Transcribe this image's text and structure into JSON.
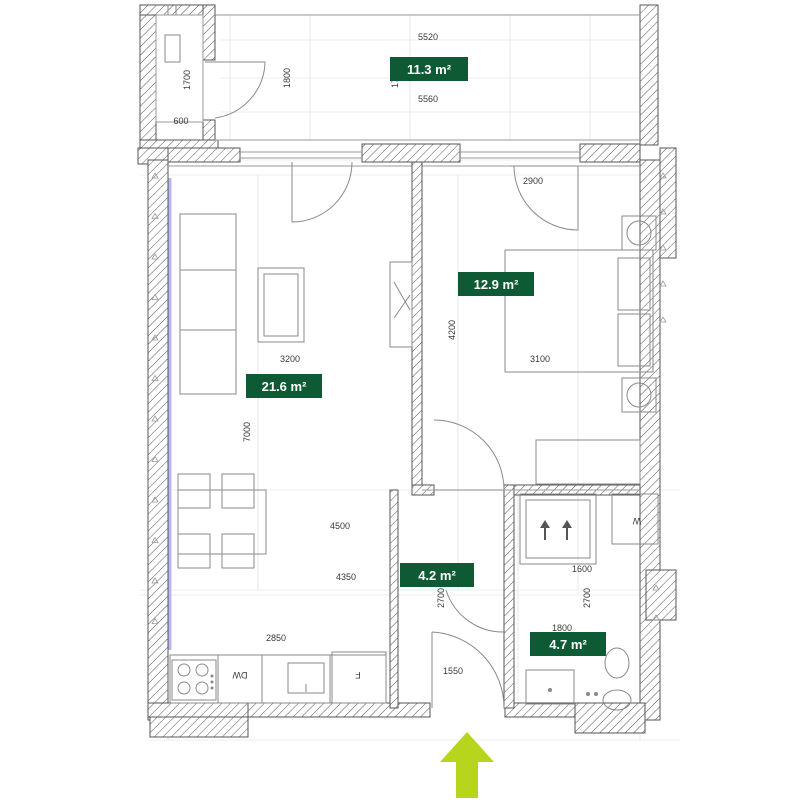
{
  "rooms": {
    "balcony": {
      "area": "11.3 m²"
    },
    "bedroom": {
      "area": "12.9 m²"
    },
    "living": {
      "area": "21.6 m²"
    },
    "hall": {
      "area": "4.2 m²"
    },
    "bathroom": {
      "area": "4.7 m²"
    }
  },
  "dimensions": {
    "balcony_length_top": "5520",
    "balcony_length_bottom": "5560",
    "balcony_depth_a": "1800",
    "balcony_depth_b": "1760",
    "storage_depth": "1700",
    "storage_width": "600",
    "bedroom_window": "2900",
    "bedroom_depth": "4200",
    "bedroom_width": "3100",
    "living_width": "3200",
    "living_depth": "7000",
    "living_width_mid": "4500",
    "living_width_low": "4350",
    "kitchen_length": "2850",
    "hall_depth": "2700",
    "hall_width": "1550",
    "bath_width": "1600",
    "bath_depth": "2700",
    "bath_width_low": "1800"
  },
  "appliances": {
    "dishwasher": "DW",
    "fridge": "F",
    "washer": "W"
  },
  "colors": {
    "label_bg": "#0e5a35",
    "entrance_arrow": "#b6d51c",
    "wall_hatch": "#555555",
    "window_highlight": "#b8b8f0"
  },
  "icons": [
    "entrance-arrow-icon",
    "stove-icon",
    "sink-icon",
    "toilet-icon",
    "tv-icon"
  ]
}
